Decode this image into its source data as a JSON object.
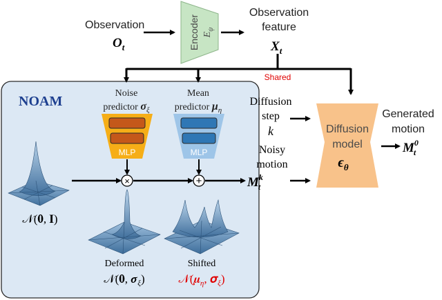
{
  "observation": {
    "label": "Observation",
    "symbol": "O",
    "subscript": "t"
  },
  "encoder": {
    "label": "Encoder",
    "symbol": "E",
    "subscript": "ψ"
  },
  "observation_feature": {
    "label_line1": "Observation",
    "label_line2": "feature",
    "symbol": "X",
    "subscript": "t"
  },
  "shared_label": "Shared",
  "noam": {
    "title": "NOAM",
    "noise_predictor": {
      "line1": "Noise",
      "line2": "predictor",
      "symbol": "σ",
      "subscript": "ξ",
      "mlp_label": "MLP"
    },
    "mean_predictor": {
      "line1": "Mean",
      "line2": "predictor",
      "symbol": "μ",
      "subscript": "η",
      "mlp_label": "MLP"
    },
    "multiply_op": "×",
    "add_op": "+",
    "standard_normal": "𝒩(𝟎, 𝐈)",
    "deformed_label": "Deformed",
    "deformed_formula": "𝒩(𝟎, 𝝈",
    "deformed_formula_sub": "ξ",
    "deformed_formula_end": ")",
    "shifted_label": "Shifted",
    "shifted_formula": "𝒩(𝝁",
    "shifted_formula_sub1": "η",
    "shifted_formula_mid": ", 𝝈",
    "shifted_formula_sub2": "ξ",
    "shifted_formula_end": ")"
  },
  "diffusion_step": {
    "line1": "Diffusion",
    "line2": "step",
    "symbol": "k"
  },
  "noisy_motion": {
    "line1": "Noisy",
    "line2": "motion",
    "symbol": "M",
    "subscript": "t",
    "superscript": "k"
  },
  "diffusion_model": {
    "line1": "Diffusion",
    "line2": "model",
    "symbol": "ϵ",
    "subscript": "θ"
  },
  "generated_motion": {
    "line1": "Generated",
    "line2": "motion",
    "symbol": "M",
    "subscript": "t",
    "superscript": "0"
  },
  "colors": {
    "noam_bg": "#dce8f4",
    "noam_border": "#2a2a2a",
    "noam_title": "#1d3f8f",
    "encoder_fill": "#c7e5c4",
    "encoder_text": "#4a4a4a",
    "shared_text": "#e00000",
    "noise_trap": "#f6ae17",
    "noise_bar": "#c4581a",
    "mean_trap": "#9ec5e8",
    "mean_bar": "#2f77b5",
    "diffusion_fill": "#f8c28a",
    "shifted_formula": "#e00000",
    "surface": "#5b88b0"
  }
}
